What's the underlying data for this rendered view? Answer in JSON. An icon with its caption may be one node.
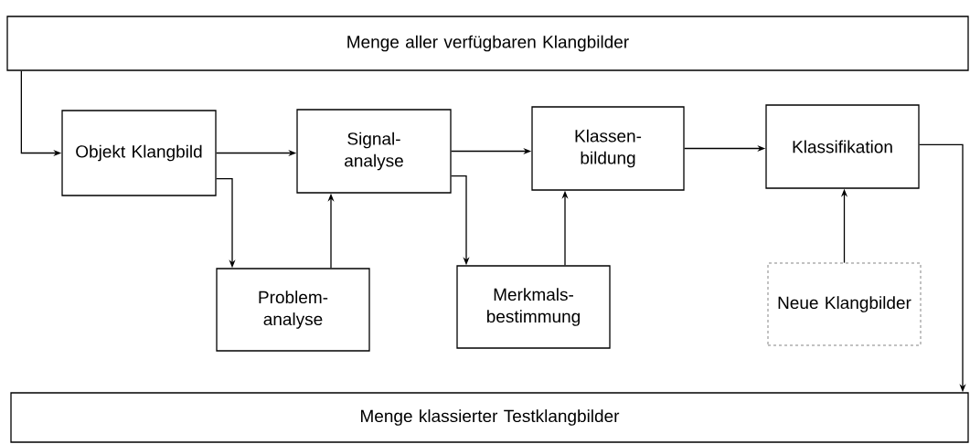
{
  "diagram": {
    "nodes": [
      {
        "text": [
          "Menge aller verfügbaren Klangbilder"
        ]
      },
      {
        "text": [
          "Objekt Klangbild"
        ]
      },
      {
        "text": [
          "Signal- analyse"
        ]
      },
      {
        "text": [
          "Klassen- bildung"
        ]
      },
      {
        "text": [
          "Klassifikation"
        ]
      },
      {
        "text": [
          "Problem- analyse"
        ]
      },
      {
        "text": [
          "Merkmals- bestimmung"
        ]
      },
      {
        "text": [
          "Neue Klangbilder"
        ]
      },
      {
        "text": [
          "Menge klassierter Testklangbilder"
        ]
      }
    ],
    "edges": [
      {
        "from": 0,
        "to": 1,
        "arrow": "to"
      },
      {
        "from": 1,
        "to": 2,
        "arrow": "to"
      },
      {
        "from": 2,
        "to": 3,
        "arrow": "to"
      },
      {
        "from": 3,
        "to": 4,
        "arrow": "to"
      },
      {
        "from": 1,
        "to": 5,
        "arrow": "to"
      },
      {
        "from": 5,
        "to": 2,
        "arrow": "to"
      },
      {
        "from": 2,
        "to": 6,
        "arrow": "to"
      },
      {
        "from": 6,
        "to": 3,
        "arrow": "to"
      },
      {
        "from": 7,
        "to": 4,
        "arrow": "to"
      },
      {
        "from": 4,
        "to": 8,
        "arrow": "to"
      }
    ]
  }
}
